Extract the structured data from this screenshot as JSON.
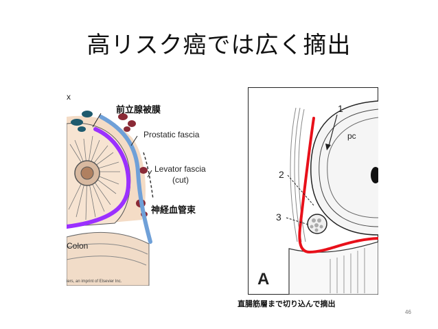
{
  "slide": {
    "title": "高リスク癌では広く摘出",
    "page_number": "46"
  },
  "left_figure": {
    "corner_letter": "x",
    "label_capsule": "前立腺被膜",
    "label_prostatic_fascia": "Prostatic fascia",
    "label_levator_fascia": "Levator fascia",
    "label_levator_fascia_note": "(cut)",
    "label_nvb": "神経血管束",
    "label_colon": "Colon",
    "copyright": "iers, an imprint of Elsevier Inc."
  },
  "right_figure": {
    "panel_letter": "A",
    "label_1": "1",
    "label_2": "2",
    "label_3": "3",
    "label_pc": "pc",
    "caption": "直腸筋層まで切り込んで摘出"
  },
  "colors": {
    "capsule_line": "#9b30ff",
    "fascia_line": "#6fa0d8",
    "resection_line": "#e8101a",
    "vessel": "#8a2a36",
    "duct": "#1e5a6e"
  }
}
